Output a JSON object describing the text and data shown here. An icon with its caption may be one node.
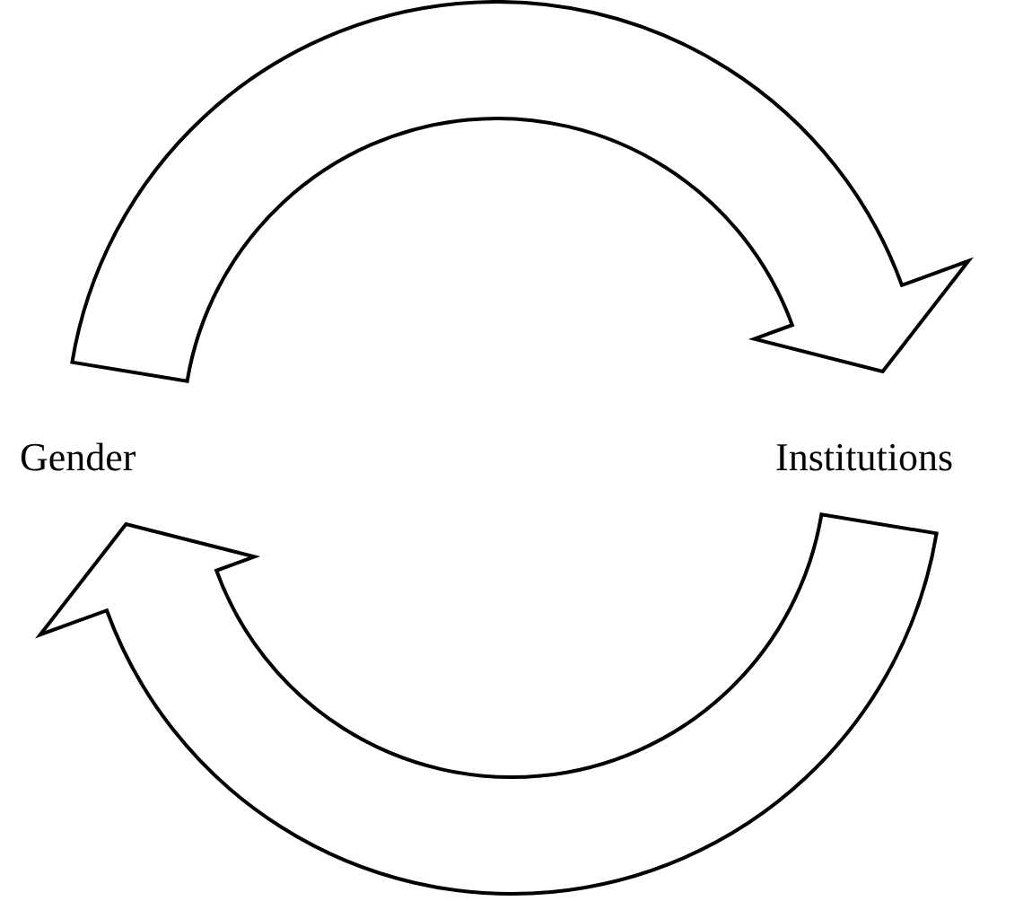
{
  "diagram": {
    "nodes": [
      {
        "text": [
          "Gender"
        ]
      },
      {
        "text": [
          "Institutions"
        ]
      }
    ],
    "edges": [
      {
        "from": 0,
        "to": 1,
        "arrow": "to"
      },
      {
        "from": 1,
        "to": 0,
        "arrow": "to"
      }
    ]
  }
}
